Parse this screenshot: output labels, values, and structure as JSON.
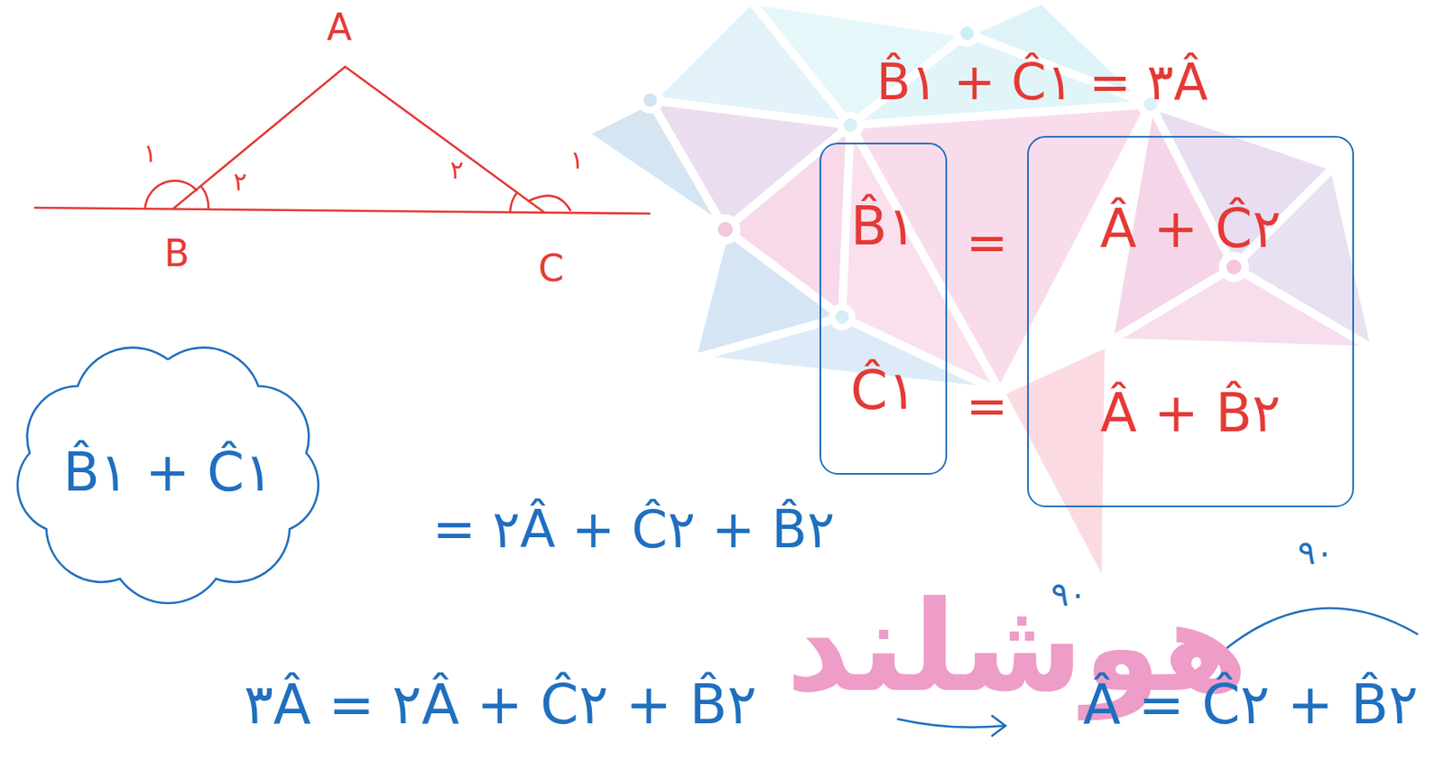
{
  "diagram": {
    "nodes": [
      {
        "text": [
          "B̂۱",
          "Ĉ۱"
        ]
      },
      {
        "text": [
          "Â + Ĉ۲",
          "Â + B̂۲"
        ]
      },
      {
        "text": [
          "B̂۱ + Ĉ۱"
        ]
      }
    ],
    "labels": [
      "A",
      "B",
      "C",
      "۱",
      "۲",
      "۲",
      "۱",
      "B̂۱ + Ĉ۱ = ۳Â",
      "=",
      "=",
      "= ۲Â + Ĉ۲ + B̂۲",
      "۹۰",
      "۳Â = ۲Â + Ĉ۲ + B̂۲",
      "Â = Ĉ۲ + B̂۲",
      "۹۰",
      "هوشلند"
    ]
  }
}
